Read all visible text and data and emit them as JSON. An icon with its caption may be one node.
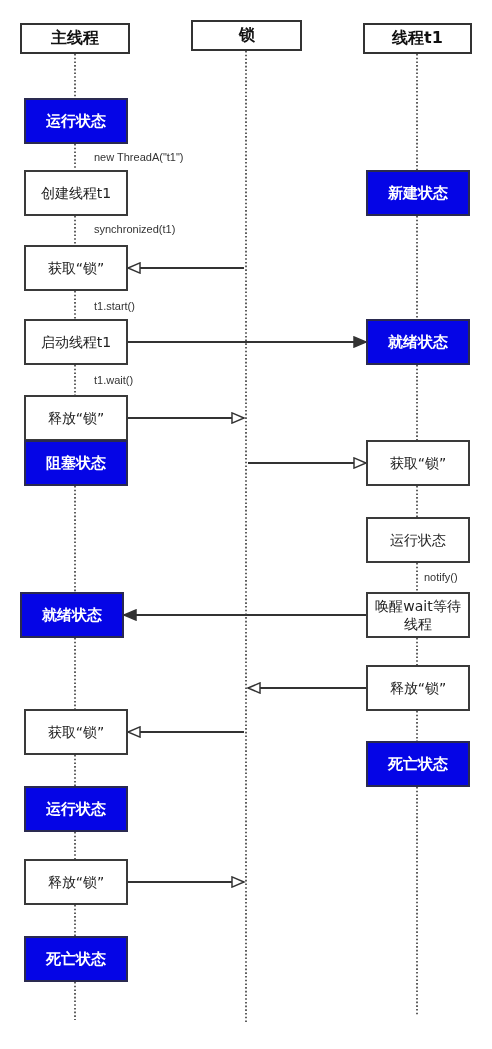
{
  "diagram": {
    "nodes": [
      {
        "text": [
          "主线程"
        ]
      },
      {
        "text": [
          "锁"
        ]
      },
      {
        "text": [
          "线程t1"
        ]
      },
      {
        "text": [
          "运行状态"
        ]
      },
      {
        "text": [
          "创建线程t1"
        ]
      },
      {
        "text": [
          "新建状态"
        ]
      },
      {
        "text": [
          "获取“锁”"
        ]
      },
      {
        "text": [
          "启动线程t1"
        ]
      },
      {
        "text": [
          "就绪状态"
        ]
      },
      {
        "text": [
          "释放“锁”"
        ]
      },
      {
        "text": [
          "阻塞状态"
        ]
      },
      {
        "text": [
          "获取“锁”"
        ]
      },
      {
        "text": [
          "运行状态"
        ]
      },
      {
        "text": [
          "就绪状态"
        ]
      },
      {
        "text": [
          "唤醒wait等待线程"
        ]
      },
      {
        "text": [
          "释放“锁”"
        ]
      },
      {
        "text": [
          "获取“锁”"
        ]
      },
      {
        "text": [
          "死亡状态"
        ]
      },
      {
        "text": [
          "运行状态"
        ]
      },
      {
        "text": [
          "释放“锁”"
        ]
      },
      {
        "text": [
          "死亡状态"
        ]
      }
    ],
    "edges": [
      {
        "from": 0,
        "to": 3,
        "arrow": "none",
        "style": "dashed"
      },
      {
        "from": 3,
        "to": 4,
        "arrow": "none",
        "style": "dashed",
        "label": "new ThreadA(\"t1\")"
      },
      {
        "from": 4,
        "to": 6,
        "arrow": "none",
        "style": "dashed",
        "label": "synchronized(t1)"
      },
      {
        "from": 6,
        "to": 7,
        "arrow": "none",
        "style": "dashed",
        "label": "t1.start()"
      },
      {
        "from": 7,
        "to": 9,
        "arrow": "none",
        "style": "dashed",
        "label": "t1.wait()"
      },
      {
        "from": 10,
        "to": 13,
        "arrow": "none",
        "style": "dashed"
      },
      {
        "from": 13,
        "to": 16,
        "arrow": "none",
        "style": "dashed"
      },
      {
        "from": 16,
        "to": 18,
        "arrow": "none",
        "style": "dashed"
      },
      {
        "from": 18,
        "to": 19,
        "arrow": "none",
        "style": "dashed"
      },
      {
        "from": 19,
        "to": 20,
        "arrow": "none",
        "style": "dashed"
      },
      {
        "from": 20,
        "to": null,
        "arrow": "none",
        "style": "dashed"
      },
      {
        "from": 1,
        "to": null,
        "arrow": "none",
        "style": "dashed"
      },
      {
        "from": 2,
        "to": 5,
        "arrow": "none",
        "style": "dashed"
      },
      {
        "from": 5,
        "to": 8,
        "arrow": "none",
        "style": "dashed"
      },
      {
        "from": 8,
        "to": 11,
        "arrow": "none",
        "style": "dashed"
      },
      {
        "from": 11,
        "to": 12,
        "arrow": "none",
        "style": "dashed"
      },
      {
        "from": 12,
        "to": 14,
        "arrow": "none",
        "style": "dashed",
        "label": "notify()"
      },
      {
        "from": 14,
        "to": 15,
        "arrow": "none",
        "style": "dashed"
      },
      {
        "from": 15,
        "to": 17,
        "arrow": "none",
        "style": "dashed"
      },
      {
        "from": 17,
        "to": null,
        "arrow": "none",
        "style": "dashed"
      },
      {
        "from": null,
        "to": 6,
        "arrow": "to"
      },
      {
        "from": 7,
        "to": 8,
        "arrow": "to"
      },
      {
        "from": 9,
        "to": null,
        "arrow": "to"
      },
      {
        "from": null,
        "to": 11,
        "arrow": "to"
      },
      {
        "from": 14,
        "to": 13,
        "arrow": "to"
      },
      {
        "from": 15,
        "to": null,
        "arrow": "to"
      },
      {
        "from": null,
        "to": 16,
        "arrow": "to"
      },
      {
        "from": 19,
        "to": null,
        "arrow": "to"
      }
    ]
  }
}
